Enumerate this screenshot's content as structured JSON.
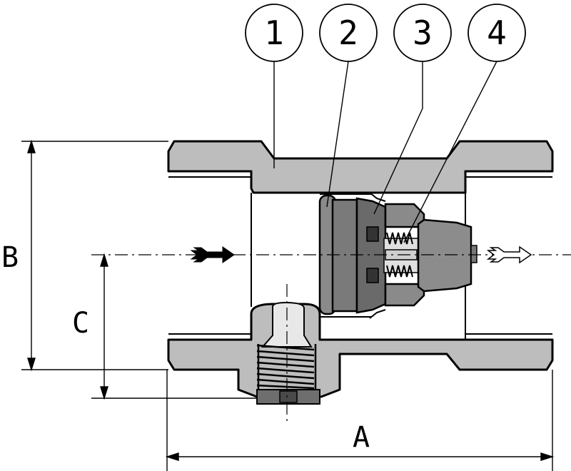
{
  "callouts": [
    {
      "label": "1",
      "part": "body"
    },
    {
      "label": "2",
      "part": "seal"
    },
    {
      "label": "3",
      "part": "valve-disc"
    },
    {
      "label": "4",
      "part": "spring"
    }
  ],
  "dimensions": {
    "length": "A",
    "height": "B",
    "axis_height": "C"
  },
  "colors": {
    "body": "#bdbdbd",
    "dark_part": "#7a7a7a",
    "line": "#000000",
    "background": "#ffffff"
  },
  "flow": {
    "inlet_arrow": "solid-arrow-icon",
    "outlet_arrow": "hollow-arrow-icon"
  }
}
